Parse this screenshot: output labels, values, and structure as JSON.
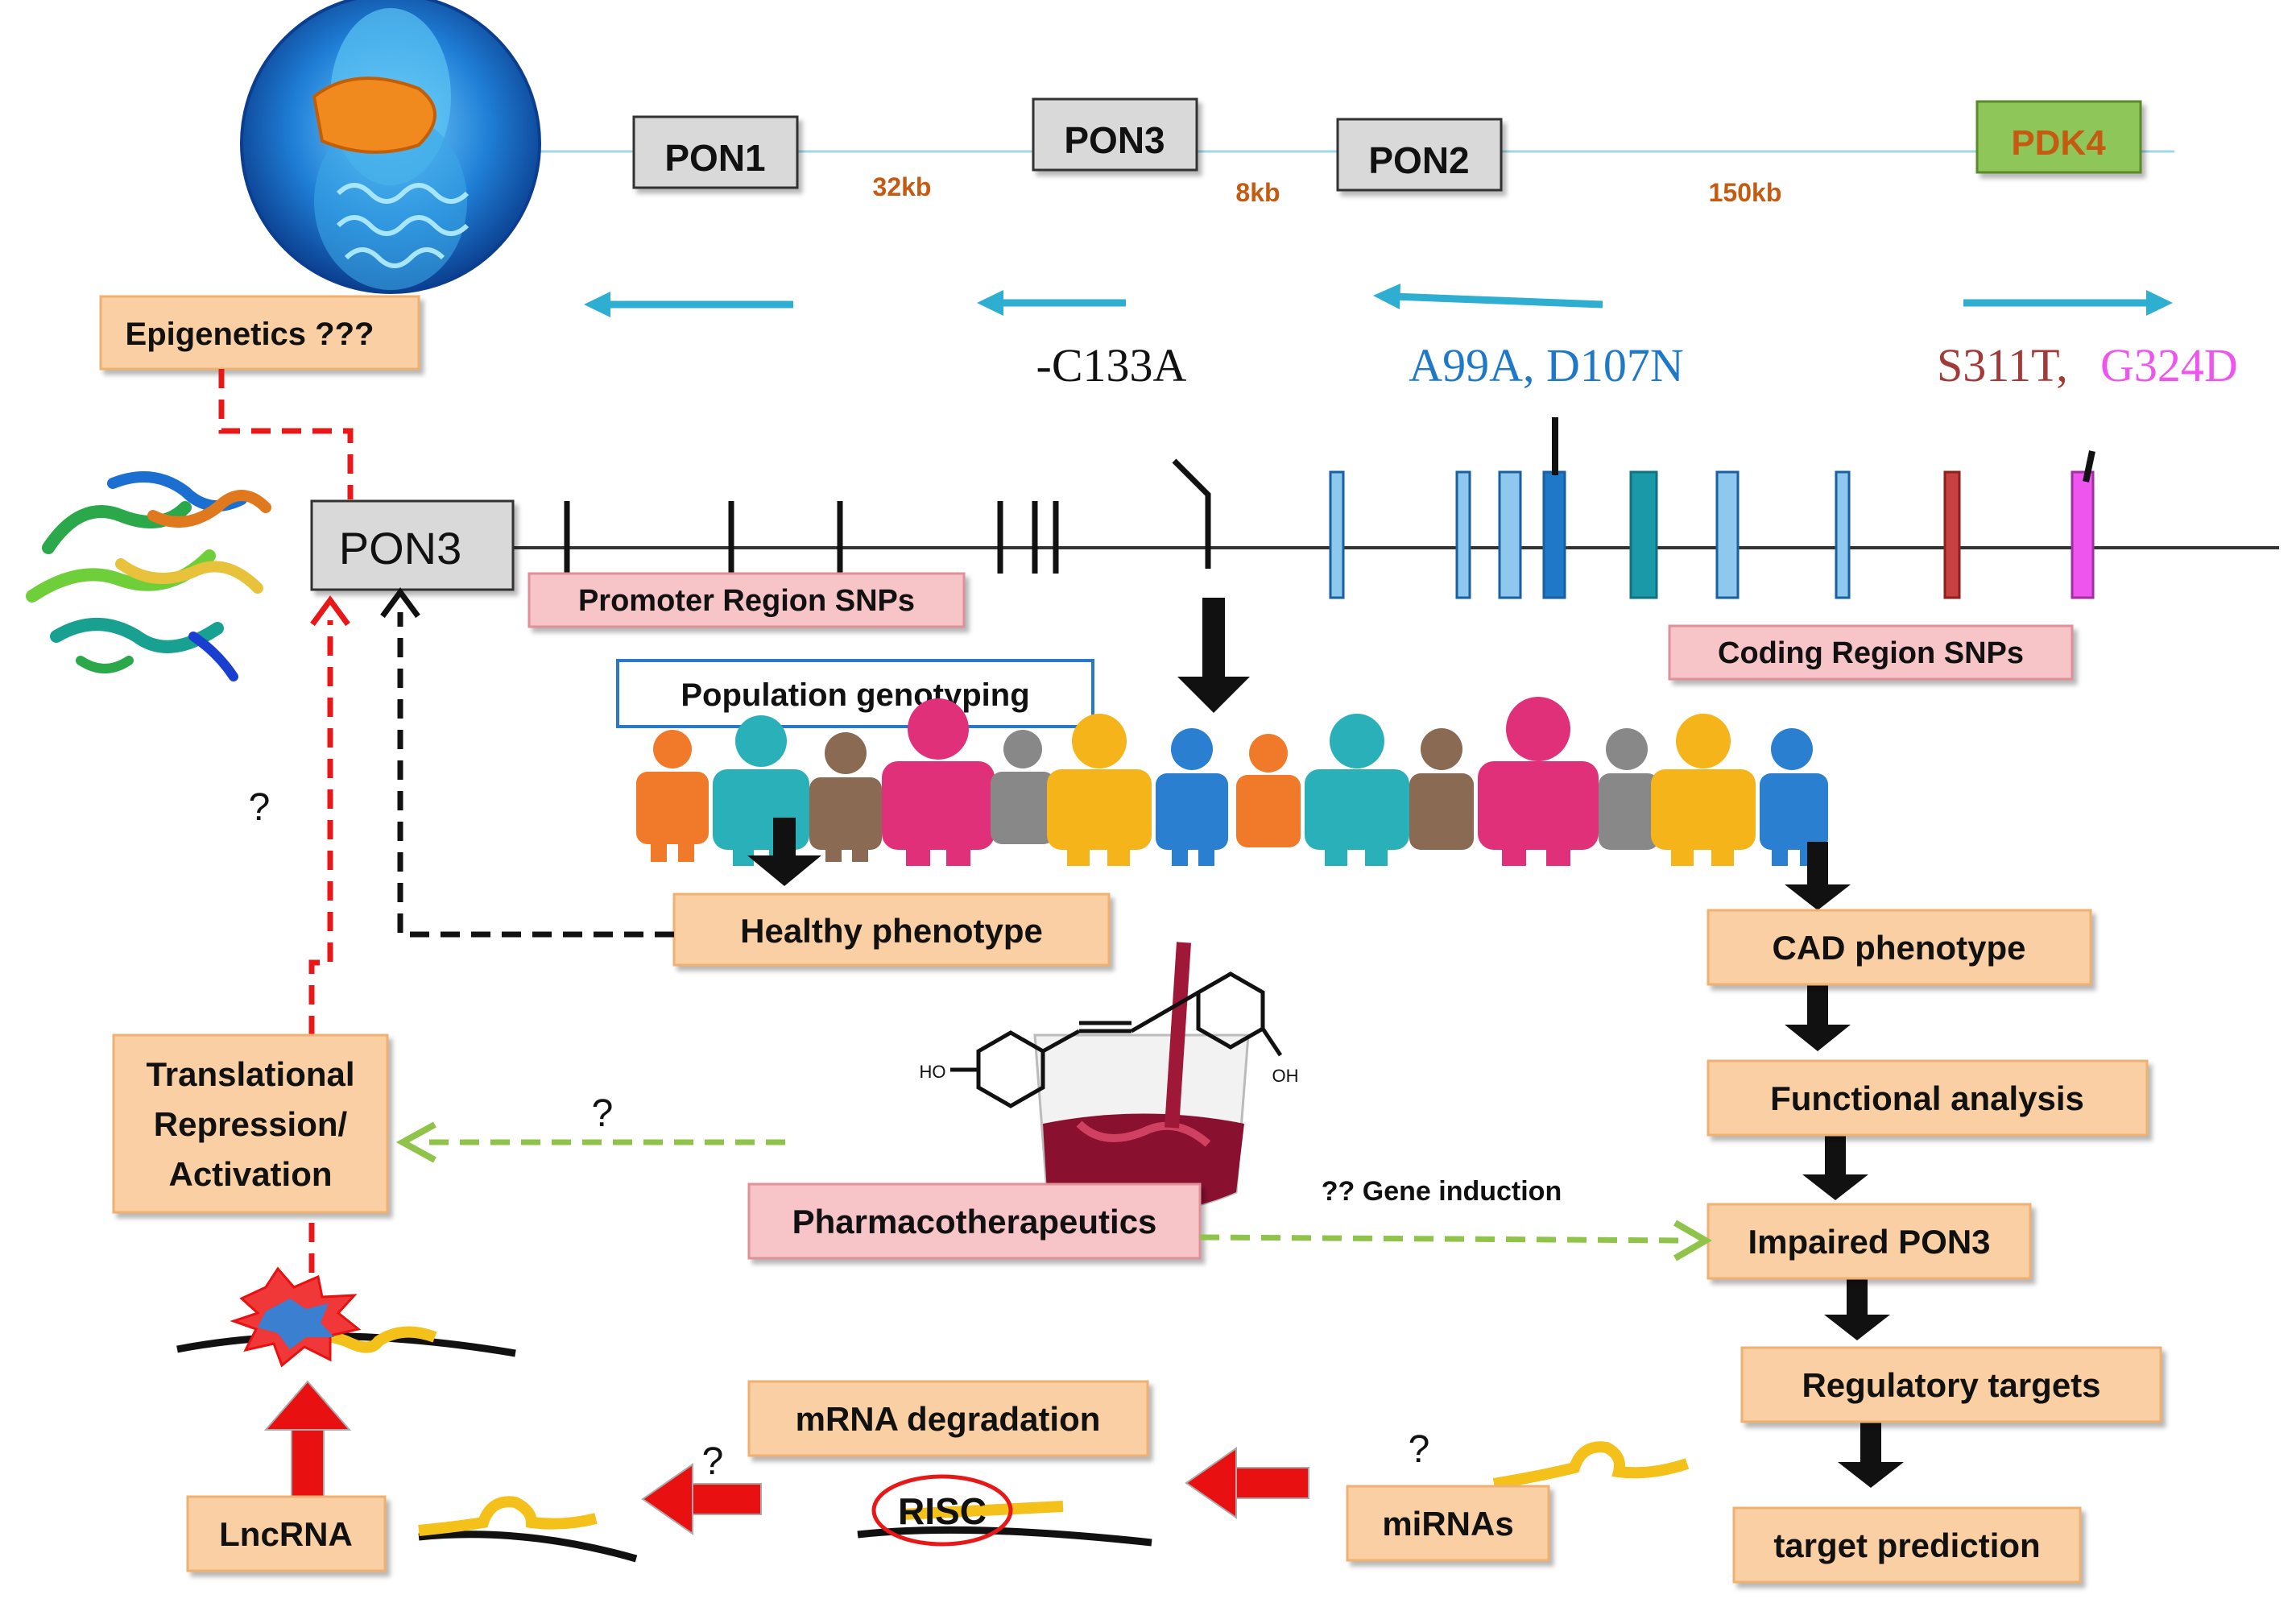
{
  "genes": {
    "pon1": "PON1",
    "pon3": "PON3",
    "pon2": "PON2",
    "pdk4": "PDK4"
  },
  "distances": {
    "d1": "32kb",
    "d2": "8kb",
    "d3": "150kb"
  },
  "snps": {
    "c133a": "-C133A",
    "a99a_d107n": "A99A, D107N",
    "s311t": "S311T,",
    "g324d": "G324D"
  },
  "labels": {
    "epigenetics": "Epigenetics ???",
    "pon3_main": "PON3",
    "promoter_snps": "Promoter Region SNPs",
    "coding_snps": "Coding Region SNPs",
    "population_genotyping": "Population genotyping",
    "healthy_phenotype": "Healthy phenotype",
    "cad_phenotype": "CAD phenotype",
    "functional_analysis": "Functional analysis",
    "impaired_pon3": "Impaired PON3",
    "regulatory_targets": "Regulatory targets",
    "target_prediction": "target prediction",
    "translational_1": "Translational",
    "translational_2": "Repression/",
    "translational_3": "Activation",
    "pharmacotherapeutics": "Pharmacotherapeutics",
    "gene_induction": "?? Gene induction",
    "mrna_degradation": "mRNA degradation",
    "risc": "RISC",
    "mirnas": "miRNAs",
    "lncrna": "LncRNA",
    "q_left": "?",
    "q_pharma": "?",
    "q_degradation": "?",
    "q_mirna": "?",
    "ho": "HO",
    "oh": "OH"
  },
  "colors": {
    "box_fill": "#f9cfa3",
    "box_pink": "#f7c4c8",
    "gene_box": "#d9d9d9",
    "pdk4_fill": "#8fc65a",
    "pdk4_text": "#c55a11",
    "distance_text": "#c55a11",
    "chrom_line": "#9fd8e6",
    "arrow_blue": "#2eaed0",
    "snp_blue": "#1f78c8",
    "s311t_color": "#a33a3a",
    "g324d_color": "#ee55ee",
    "dash_red": "#e81818",
    "dash_green": "#8fc34a",
    "arrow_red": "#e81010"
  }
}
